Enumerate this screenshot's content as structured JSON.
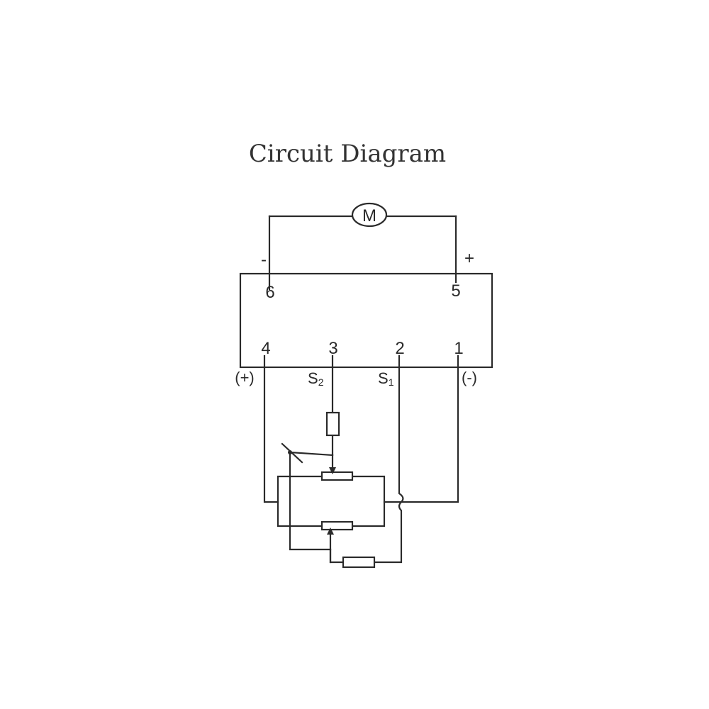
{
  "title": "Circuit Diagram",
  "motor": {
    "label": "M"
  },
  "motor_terminals": {
    "minus_sign": "-",
    "plus_sign": "+",
    "left_pin": "6",
    "right_pin": "5"
  },
  "pins": [
    "4",
    "3",
    "2",
    "1"
  ],
  "pin_labels": {
    "plus": "(+)",
    "s2_main": "S",
    "s2_sub": "2",
    "s1_main": "S",
    "s1_sub": "1",
    "minus": "(-)"
  },
  "colors": {
    "ink": "#2a2a2a",
    "background": "#ffffff"
  }
}
